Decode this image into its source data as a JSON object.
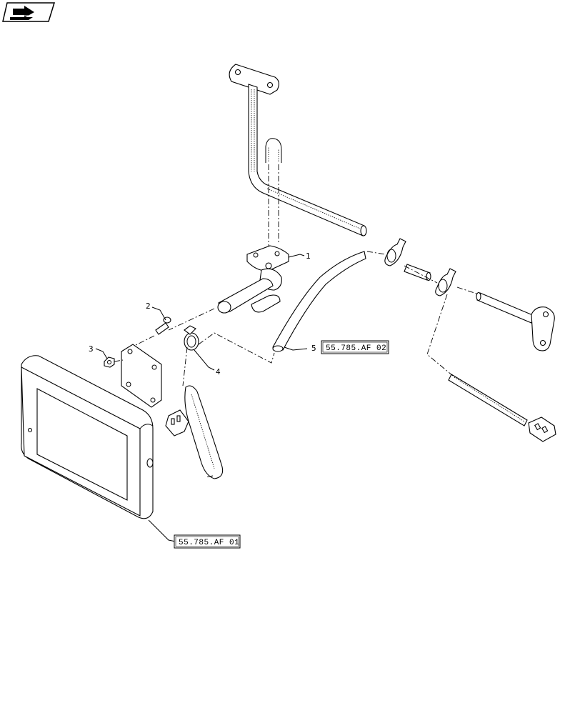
{
  "navigation": {
    "icon": "forward-arrow-icon"
  },
  "callouts": {
    "c1": "1",
    "c2": "2",
    "c3": "3",
    "c4": "4",
    "c5": "5"
  },
  "references": {
    "ref_af02": "55.785.AF 02",
    "ref_af01": "55.785.AF 01"
  }
}
